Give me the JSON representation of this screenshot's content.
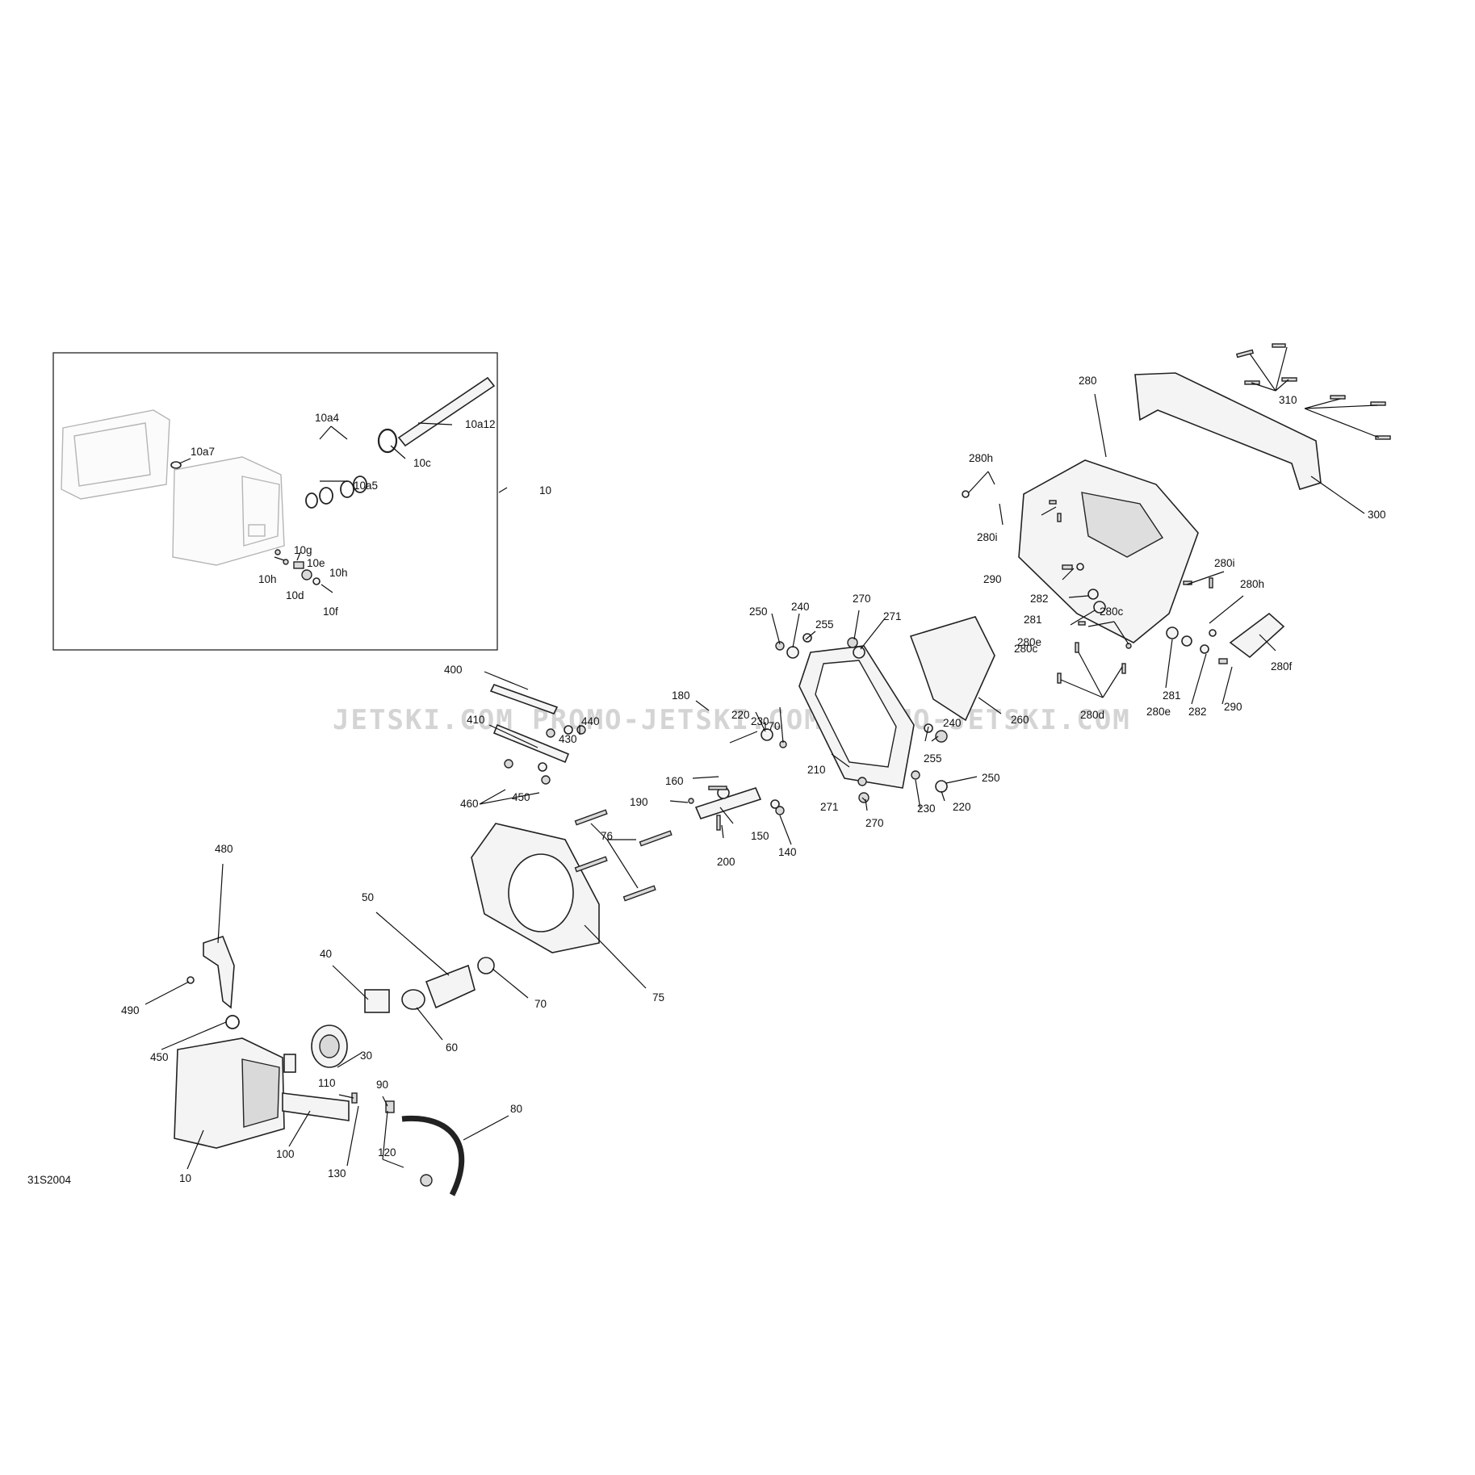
{
  "diagram_code": "31S2004",
  "watermark": "JETSKI.COM   PROMO-JETSKI.COM   PROMO-JETSKI.COM",
  "labels": [
    "10a4",
    "10a5",
    "10a7",
    "10c",
    "10a12",
    "10",
    "10g",
    "10e",
    "10h",
    "10h",
    "10d",
    "10f",
    "400",
    "410",
    "430",
    "440",
    "450",
    "460",
    "180",
    "170",
    "160",
    "190",
    "150",
    "200",
    "140",
    "76",
    "250",
    "240",
    "255",
    "220",
    "230",
    "270",
    "271",
    "210",
    "271",
    "270",
    "240",
    "255",
    "250",
    "230",
    "220",
    "260",
    "280",
    "280h",
    "280i",
    "290",
    "282",
    "281",
    "280e",
    "280c",
    "280c",
    "280d",
    "280i",
    "280h",
    "281",
    "280e",
    "282",
    "290",
    "280f",
    "310",
    "300",
    "480",
    "490",
    "450",
    "50",
    "40",
    "60",
    "70",
    "75",
    "30",
    "110",
    "90",
    "80",
    "100",
    "130",
    "120",
    "10"
  ],
  "colors": {
    "line": "#111111",
    "ghost": "#b5b5b5",
    "watermark": "#d4d4d4"
  }
}
